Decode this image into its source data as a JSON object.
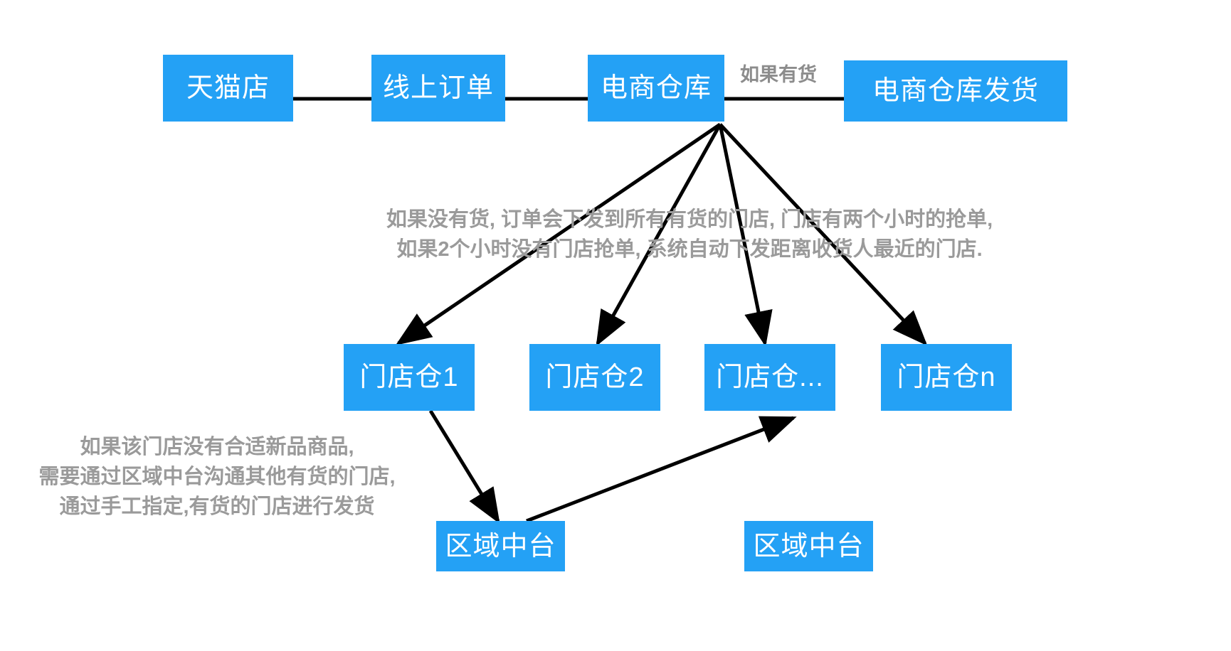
{
  "diagram": {
    "title_nodes": {
      "tmall_store": "天猫店",
      "online_order": "线上订单",
      "ecom_warehouse": "电商仓库",
      "ecom_warehouse_ship": "电商仓库发货",
      "store_warehouse_1": "门店仓1",
      "store_warehouse_2": "门店仓2",
      "store_warehouse_ellipsis": "门店仓...",
      "store_warehouse_n": "门店仓n",
      "regional_hub_left": "区域中台",
      "regional_hub_right": "区域中台"
    },
    "edge_labels": {
      "if_in_stock": "如果有货"
    },
    "notes": {
      "out_of_stock_line1": "如果没有货, 订单会下发到所有有货的门店, 门店有两个小时的抢单,",
      "out_of_stock_line2": "如果2个小时没有门店抢单, 系统自动下发距离收货人最近的门店.",
      "manual_dispatch_line1": "如果该门店没有合适新品商品,",
      "manual_dispatch_line2": "需要通过区域中台沟通其他有货的门店,",
      "manual_dispatch_line3": "通过手工指定,有货的门店进行发货"
    },
    "colors": {
      "node_fill": "#24A1F5",
      "node_text": "#ffffff",
      "note_text": "#9a9a9a",
      "edge_stroke": "#000000",
      "background": "#ffffff"
    }
  }
}
